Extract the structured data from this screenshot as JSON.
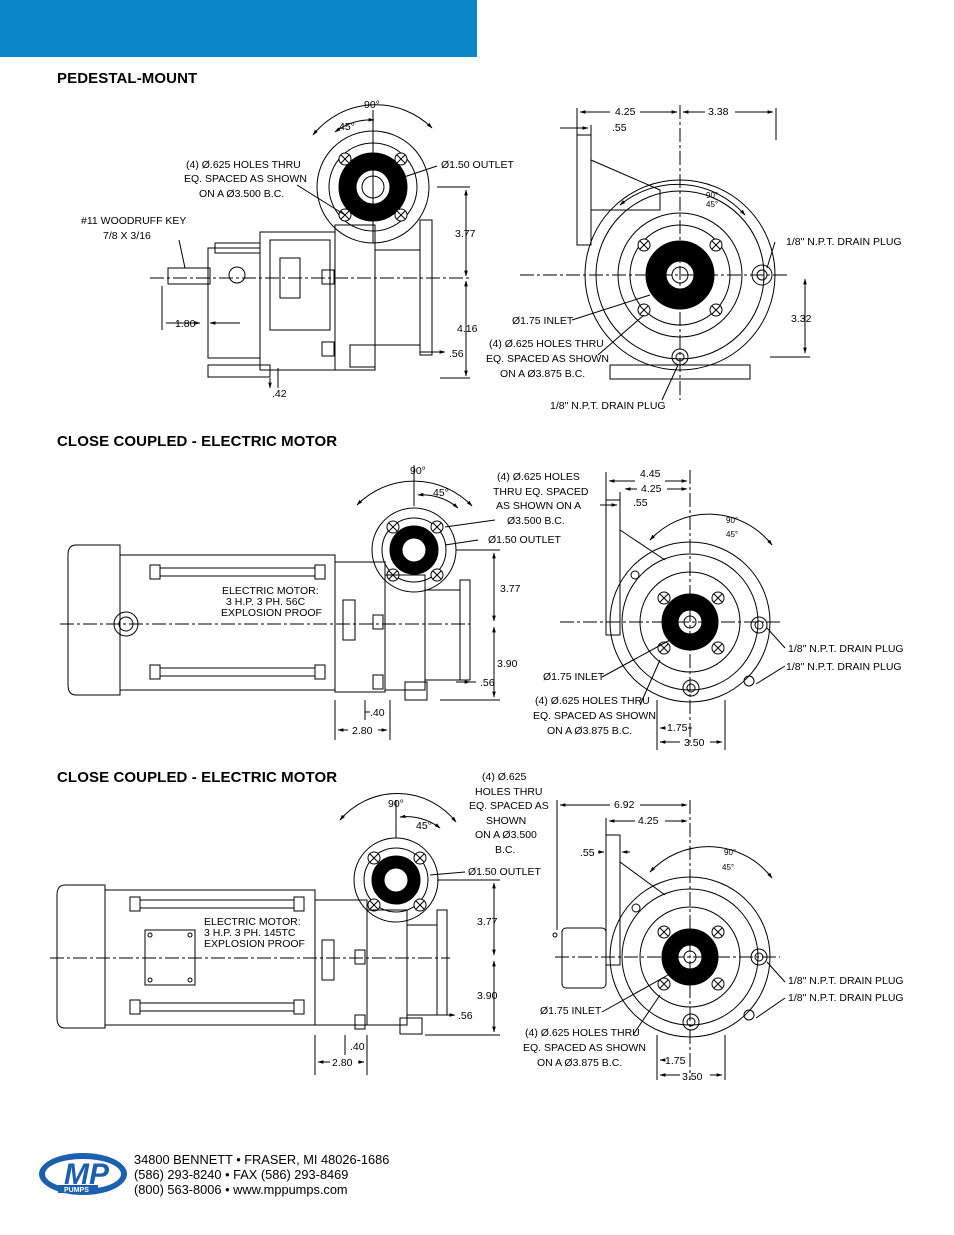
{
  "sections": {
    "s1": {
      "title": "PEDESTAL-MOUNT"
    },
    "s2": {
      "title": "CLOSE COUPLED - ELECTRIC MOTOR"
    },
    "s3": {
      "title": "CLOSE COUPLED - ELECTRIC MOTOR"
    }
  },
  "d1": {
    "a90": "90°",
    "a45": "45°",
    "holes1": "(4) Ø.625 HOLES THRU",
    "holes2": "EQ. SPACED AS SHOWN",
    "holes3": "ON A Ø3.500 B.C.",
    "outlet": "Ø1.50 OUTLET",
    "key1": "#11 WOODRUFF KEY",
    "key2": "7/8 X 3/16",
    "d377": "3.77",
    "d416": "4.16",
    "d180": "1.80",
    "d056": ".56",
    "d042": ".42",
    "r425": "4.25",
    "r338": "3.38",
    "r055": ".55",
    "ra90": "90°",
    "ra45": "45°",
    "drain_r": "1/8\" N.P.T. DRAIN PLUG",
    "inlet": "Ø1.75 INLET",
    "rh1": "(4) Ø.625 HOLES THRU",
    "rh2": "EQ. SPACED AS SHOWN",
    "rh3": "ON A Ø3.875 B.C.",
    "r332": "3.32",
    "drain_b": "1/8\" N.P.T. DRAIN PLUG"
  },
  "d2": {
    "a90": "90°",
    "a45": "45°",
    "h1": "(4) Ø.625 HOLES",
    "h2": "THRU EQ. SPACED",
    "h3": "AS SHOWN ON A",
    "h4": "Ø3.500 B.C.",
    "outlet": "Ø1.50 OUTLET",
    "m1": "ELECTRIC MOTOR:",
    "m2": "3 H.P. 3 PH. 56C",
    "m3": "EXPLOSION PROOF",
    "d377": "3.77",
    "d390": "3.90",
    "d056": ".56",
    "d040": ".40",
    "d280": "2.80",
    "r445": "4.45",
    "r425": "4.25",
    "r055": ".55",
    "ra90": "90°",
    "ra45": "45°",
    "drain1": "1/8\" N.P.T. DRAIN PLUG",
    "drain2": "1/8\" N.P.T. DRAIN PLUG",
    "inlet": "Ø1.75 INLET",
    "rh1": "(4) Ø.625 HOLES THRU",
    "rh2": "EQ. SPACED AS SHOWN",
    "rh3": "ON A Ø3.875 B.C.",
    "r175": "1.75",
    "r350": "3.50"
  },
  "d3": {
    "a90": "90°",
    "a45": "45°",
    "h1": "(4) Ø.625",
    "h2": "HOLES THRU",
    "h3": "EQ. SPACED AS",
    "h4": "SHOWN",
    "h5": "ON A Ø3.500",
    "h6": "B.C.",
    "outlet": "Ø1.50 OUTLET",
    "m1": "ELECTRIC MOTOR:",
    "m2": "3 H.P. 3 PH. 145TC",
    "m3": "EXPLOSION PROOF",
    "d377": "3.77",
    "d390": "3.90",
    "d056": ".56",
    "d040": ".40",
    "d280": "2.80",
    "r692": "6.92",
    "r425": "4.25",
    "r055": ".55",
    "ra90": "90°",
    "ra45": "45°",
    "drain1": "1/8\" N.P.T. DRAIN PLUG",
    "drain2": "1/8\" N.P.T. DRAIN PLUG",
    "inlet": "Ø1.75 INLET",
    "rh1": "(4) Ø.625 HOLES THRU",
    "rh2": "EQ. SPACED AS SHOWN",
    "rh3": "ON A Ø3.875 B.C.",
    "r175": "1.75",
    "r350": "3.50"
  },
  "footer": {
    "logo_text": "MP",
    "logo_sub": "PUMPS",
    "line1": "34800 BENNETT • FRASER, MI 48026-1686",
    "line2": "(586) 293-8240 • FAX (586) 293-8469",
    "line3": "(800) 563-8006 • www.mppumps.com"
  },
  "colors": {
    "brand_blue": "#0a87c9",
    "logo_blue": "#1b5fae"
  }
}
